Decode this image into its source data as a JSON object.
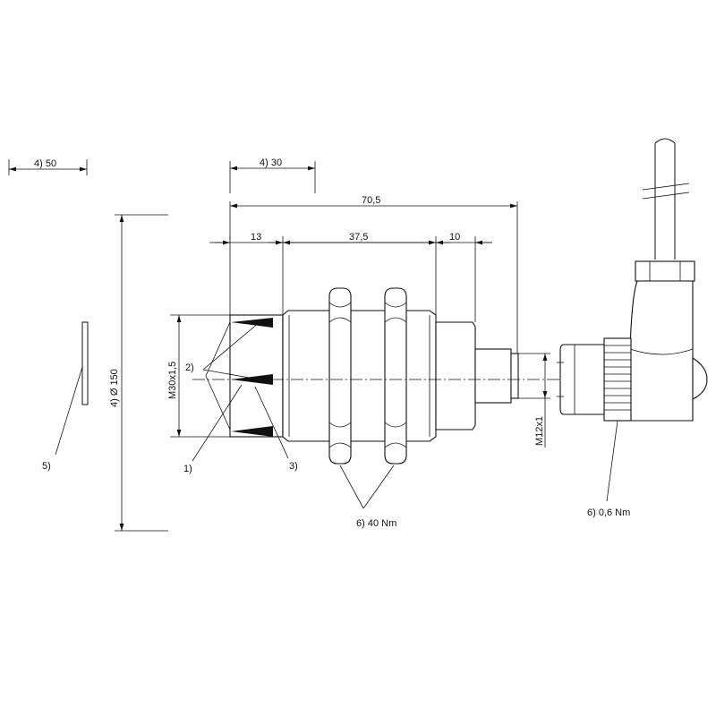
{
  "labels": {
    "target_width_dim": "4) 50",
    "side_clearance_dim": "4) 30",
    "overall_length": "70,5",
    "sensing_face_length": "13",
    "thread_length": "37,5",
    "housing_rear_length": "10",
    "target_diameter": "4) Ø 150",
    "thread_size": "M30x1,5",
    "connector_thread": "M12x1",
    "callout_1": "1)",
    "callout_2": "2)",
    "callout_3": "3)",
    "callout_5": "5)",
    "nut_torque": "6) 40 Nm",
    "connector_torque": "6) 0,6 Nm"
  }
}
